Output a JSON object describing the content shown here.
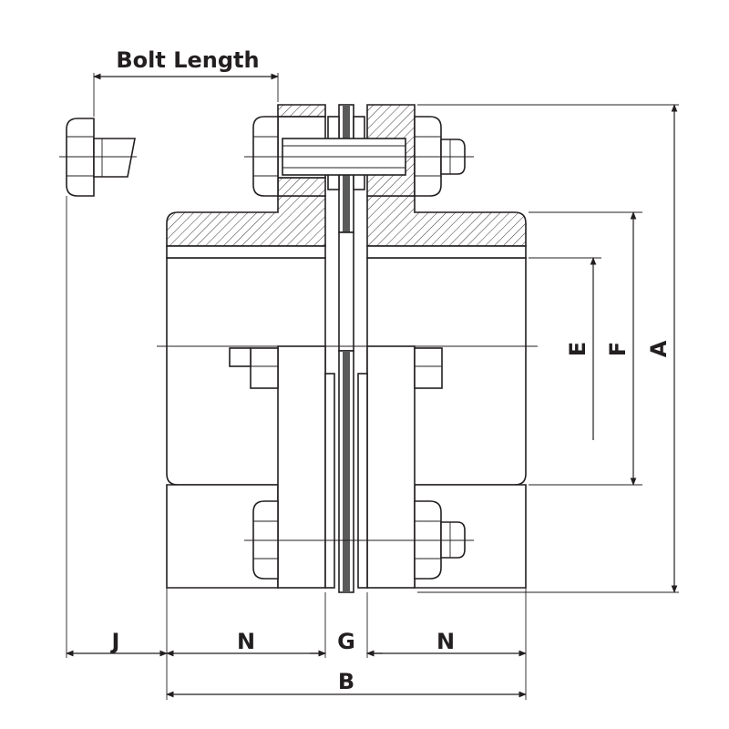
{
  "labels": {
    "bolt_length": "Bolt Length",
    "dim_j": "J",
    "dim_n_left": "N",
    "dim_g": "G",
    "dim_n_right": "N",
    "dim_b": "B",
    "dim_e": "E",
    "dim_f": "F",
    "dim_a": "A"
  },
  "colors": {
    "line": "#231f20",
    "disc_pack": "#5a5a5a",
    "background": "#ffffff"
  }
}
